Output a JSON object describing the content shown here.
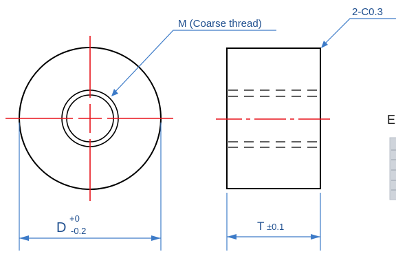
{
  "colors": {
    "background": "#ffffff",
    "outline": "#000000",
    "centerline": "#e8141c",
    "dimension": "#3d7bc8",
    "label_text": "#1f4f8f",
    "inset_frame": "#b8bfc8",
    "inset_fill": "#cfd4db"
  },
  "annotations": {
    "thread_label": "M (Coarse thread)",
    "chamfer_label": "2-C0.3",
    "inset_label": "E"
  },
  "dimensions": {
    "diameter": {
      "symbol": "D",
      "upper_tol": "+0",
      "lower_tol": "-0.2"
    },
    "thickness": {
      "symbol": "T",
      "tolerance": "±0.1"
    }
  }
}
